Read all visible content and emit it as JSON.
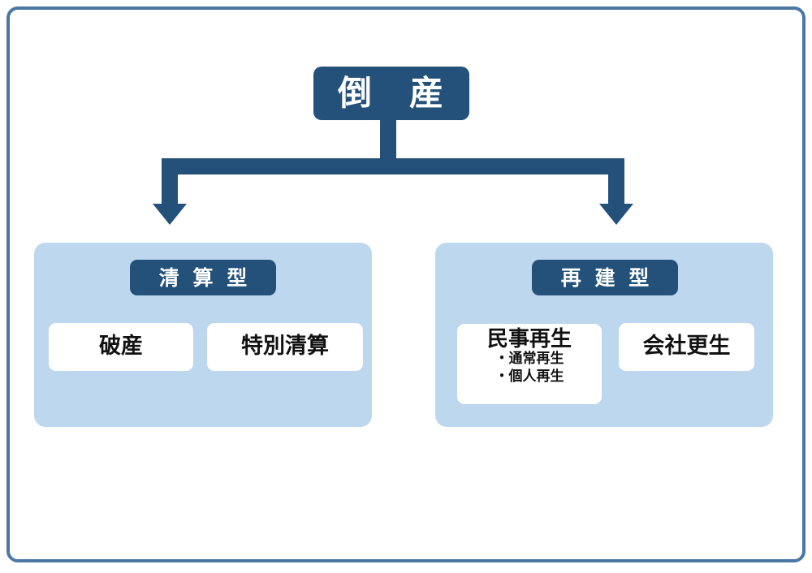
{
  "diagram": {
    "title_node": {
      "label": "倒　産"
    },
    "connector": {
      "color": "#24517a",
      "style": "two-branch-down-arrows"
    },
    "branches": [
      {
        "id": "liquidation",
        "header": "清 算 型",
        "panel_color": "#bcd7ee",
        "header_color": "#24517a",
        "items": [
          {
            "title": "破産",
            "bullets": []
          },
          {
            "title": "特別清算",
            "bullets": []
          }
        ]
      },
      {
        "id": "reorganization",
        "header": "再 建 型",
        "panel_color": "#bcd7ee",
        "header_color": "#24517a",
        "items": [
          {
            "title": "民事再生",
            "bullets": [
              "・通常再生",
              "・個人再生"
            ]
          },
          {
            "title": "会社更生",
            "bullets": []
          }
        ]
      }
    ],
    "frame_color": "#4a77a3"
  }
}
